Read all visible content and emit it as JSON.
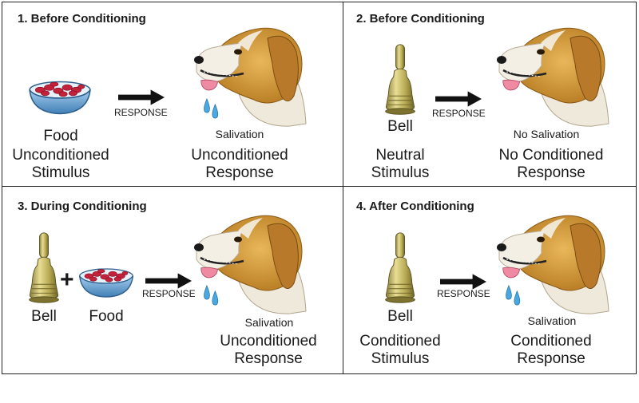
{
  "panels": [
    {
      "title": "1. Before Conditioning",
      "stimulus_name": "Food",
      "stimulus_type": [
        "Unconditioned",
        "Stimulus"
      ],
      "arrow_label": "RESPONSE",
      "response_name": "Salivation",
      "response_type": [
        "Unconditioned",
        "Response"
      ]
    },
    {
      "title": "2. Before Conditioning",
      "stimulus_name": "Bell",
      "stimulus_type": [
        "Neutral",
        "Stimulus"
      ],
      "arrow_label": "RESPONSE",
      "response_name": "No Salivation",
      "response_type": [
        "No Conditioned",
        "Response"
      ]
    },
    {
      "title": "3. During Conditioning",
      "stimulus_name_1": "Bell",
      "plus": "+",
      "stimulus_name_2": "Food",
      "arrow_label": "RESPONSE",
      "response_name": "Salivation",
      "response_type": [
        "Unconditioned",
        "Response"
      ]
    },
    {
      "title": "4. After Conditioning",
      "stimulus_name": "Bell",
      "stimulus_type": [
        "Conditioned",
        "Stimulus"
      ],
      "arrow_label": "RESPONSE",
      "response_name": "Salivation",
      "response_type": [
        "Conditioned",
        "Response"
      ]
    }
  ],
  "icons": {
    "food": "food-bowl-icon",
    "bell": "bell-icon",
    "dog_salivating": "dog-head-salivating-icon",
    "dog": "dog-head-icon",
    "arrow": "arrow-right-icon"
  },
  "colors": {
    "border": "#222222",
    "bowl": "#6fa8d6",
    "food": "#c4213b",
    "bell": "#c7bb6a",
    "dog_fur": "#d9a446",
    "dog_white": "#f4efe4",
    "drops": "#4aa7df",
    "arrow": "#111111"
  }
}
